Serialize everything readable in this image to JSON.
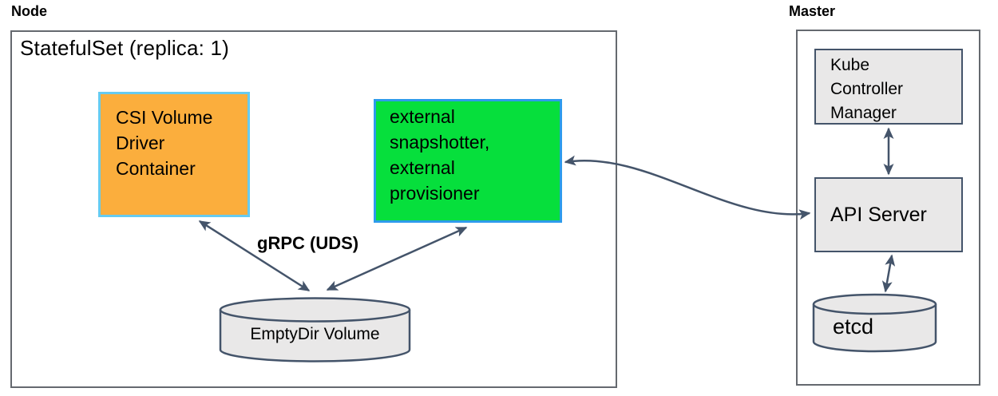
{
  "node": {
    "label": "Node",
    "statefulset_title": "StatefulSet (replica: 1)",
    "csi_container": {
      "lines": [
        "CSI Volume",
        "Driver",
        "Container"
      ]
    },
    "sidecars": {
      "lines": [
        "external",
        "snapshotter,",
        "external",
        "provisioner"
      ]
    },
    "emptydir_label": "EmptyDir Volume",
    "grpc_label": "gRPC (UDS)"
  },
  "master": {
    "label": "Master",
    "kcm": {
      "lines": [
        "Kube",
        "Controller",
        "Manager"
      ]
    },
    "api_server_label": "API Server",
    "etcd_label": "etcd"
  },
  "colors": {
    "csi_fill": "#FBAE3D",
    "csi_border": "#66CBF0",
    "sidecar_fill": "#06DF3C",
    "sidecar_border": "#2E9BEB",
    "component_fill": "#E9E8E8",
    "component_border": "#44546A",
    "arrow": "#44546A",
    "frame_border": "#65696F",
    "text": "#0B0B0B"
  }
}
